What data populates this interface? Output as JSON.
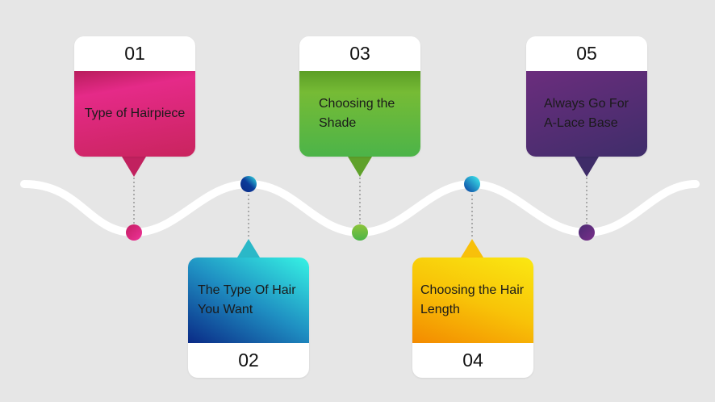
{
  "steps": [
    {
      "number": "01",
      "label": "Type of Hairpiece",
      "color": "#e0287e"
    },
    {
      "number": "02",
      "label": "The Type Of Hair You Want",
      "color": "#1f8fc2"
    },
    {
      "number": "03",
      "label": "Choosing the Shade",
      "color": "#6cbb38"
    },
    {
      "number": "04",
      "label": "Choosing the Hair Length",
      "color": "#f8c408"
    },
    {
      "number": "05",
      "label": "Always Go For A-Lace Base",
      "color": "#5a2d77"
    }
  ]
}
